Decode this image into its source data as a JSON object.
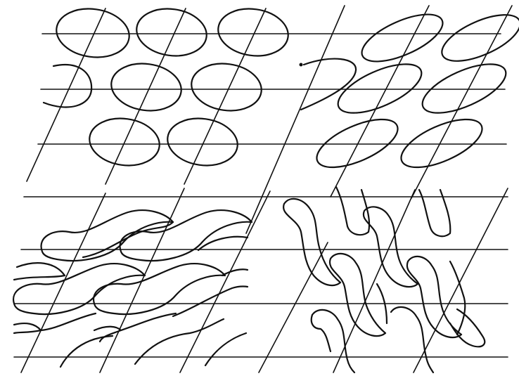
{
  "figure": {
    "background": "#ffffff",
    "ink_color": "#111111",
    "panels": [
      {
        "id": "top-left",
        "motif": "ellipse-lattice"
      },
      {
        "id": "top-right",
        "motif": "tilted-ellipse-lattice"
      },
      {
        "id": "bottom-left",
        "motif": "wave-lattice"
      },
      {
        "id": "bottom-right",
        "motif": "hook-lattice"
      }
    ]
  }
}
